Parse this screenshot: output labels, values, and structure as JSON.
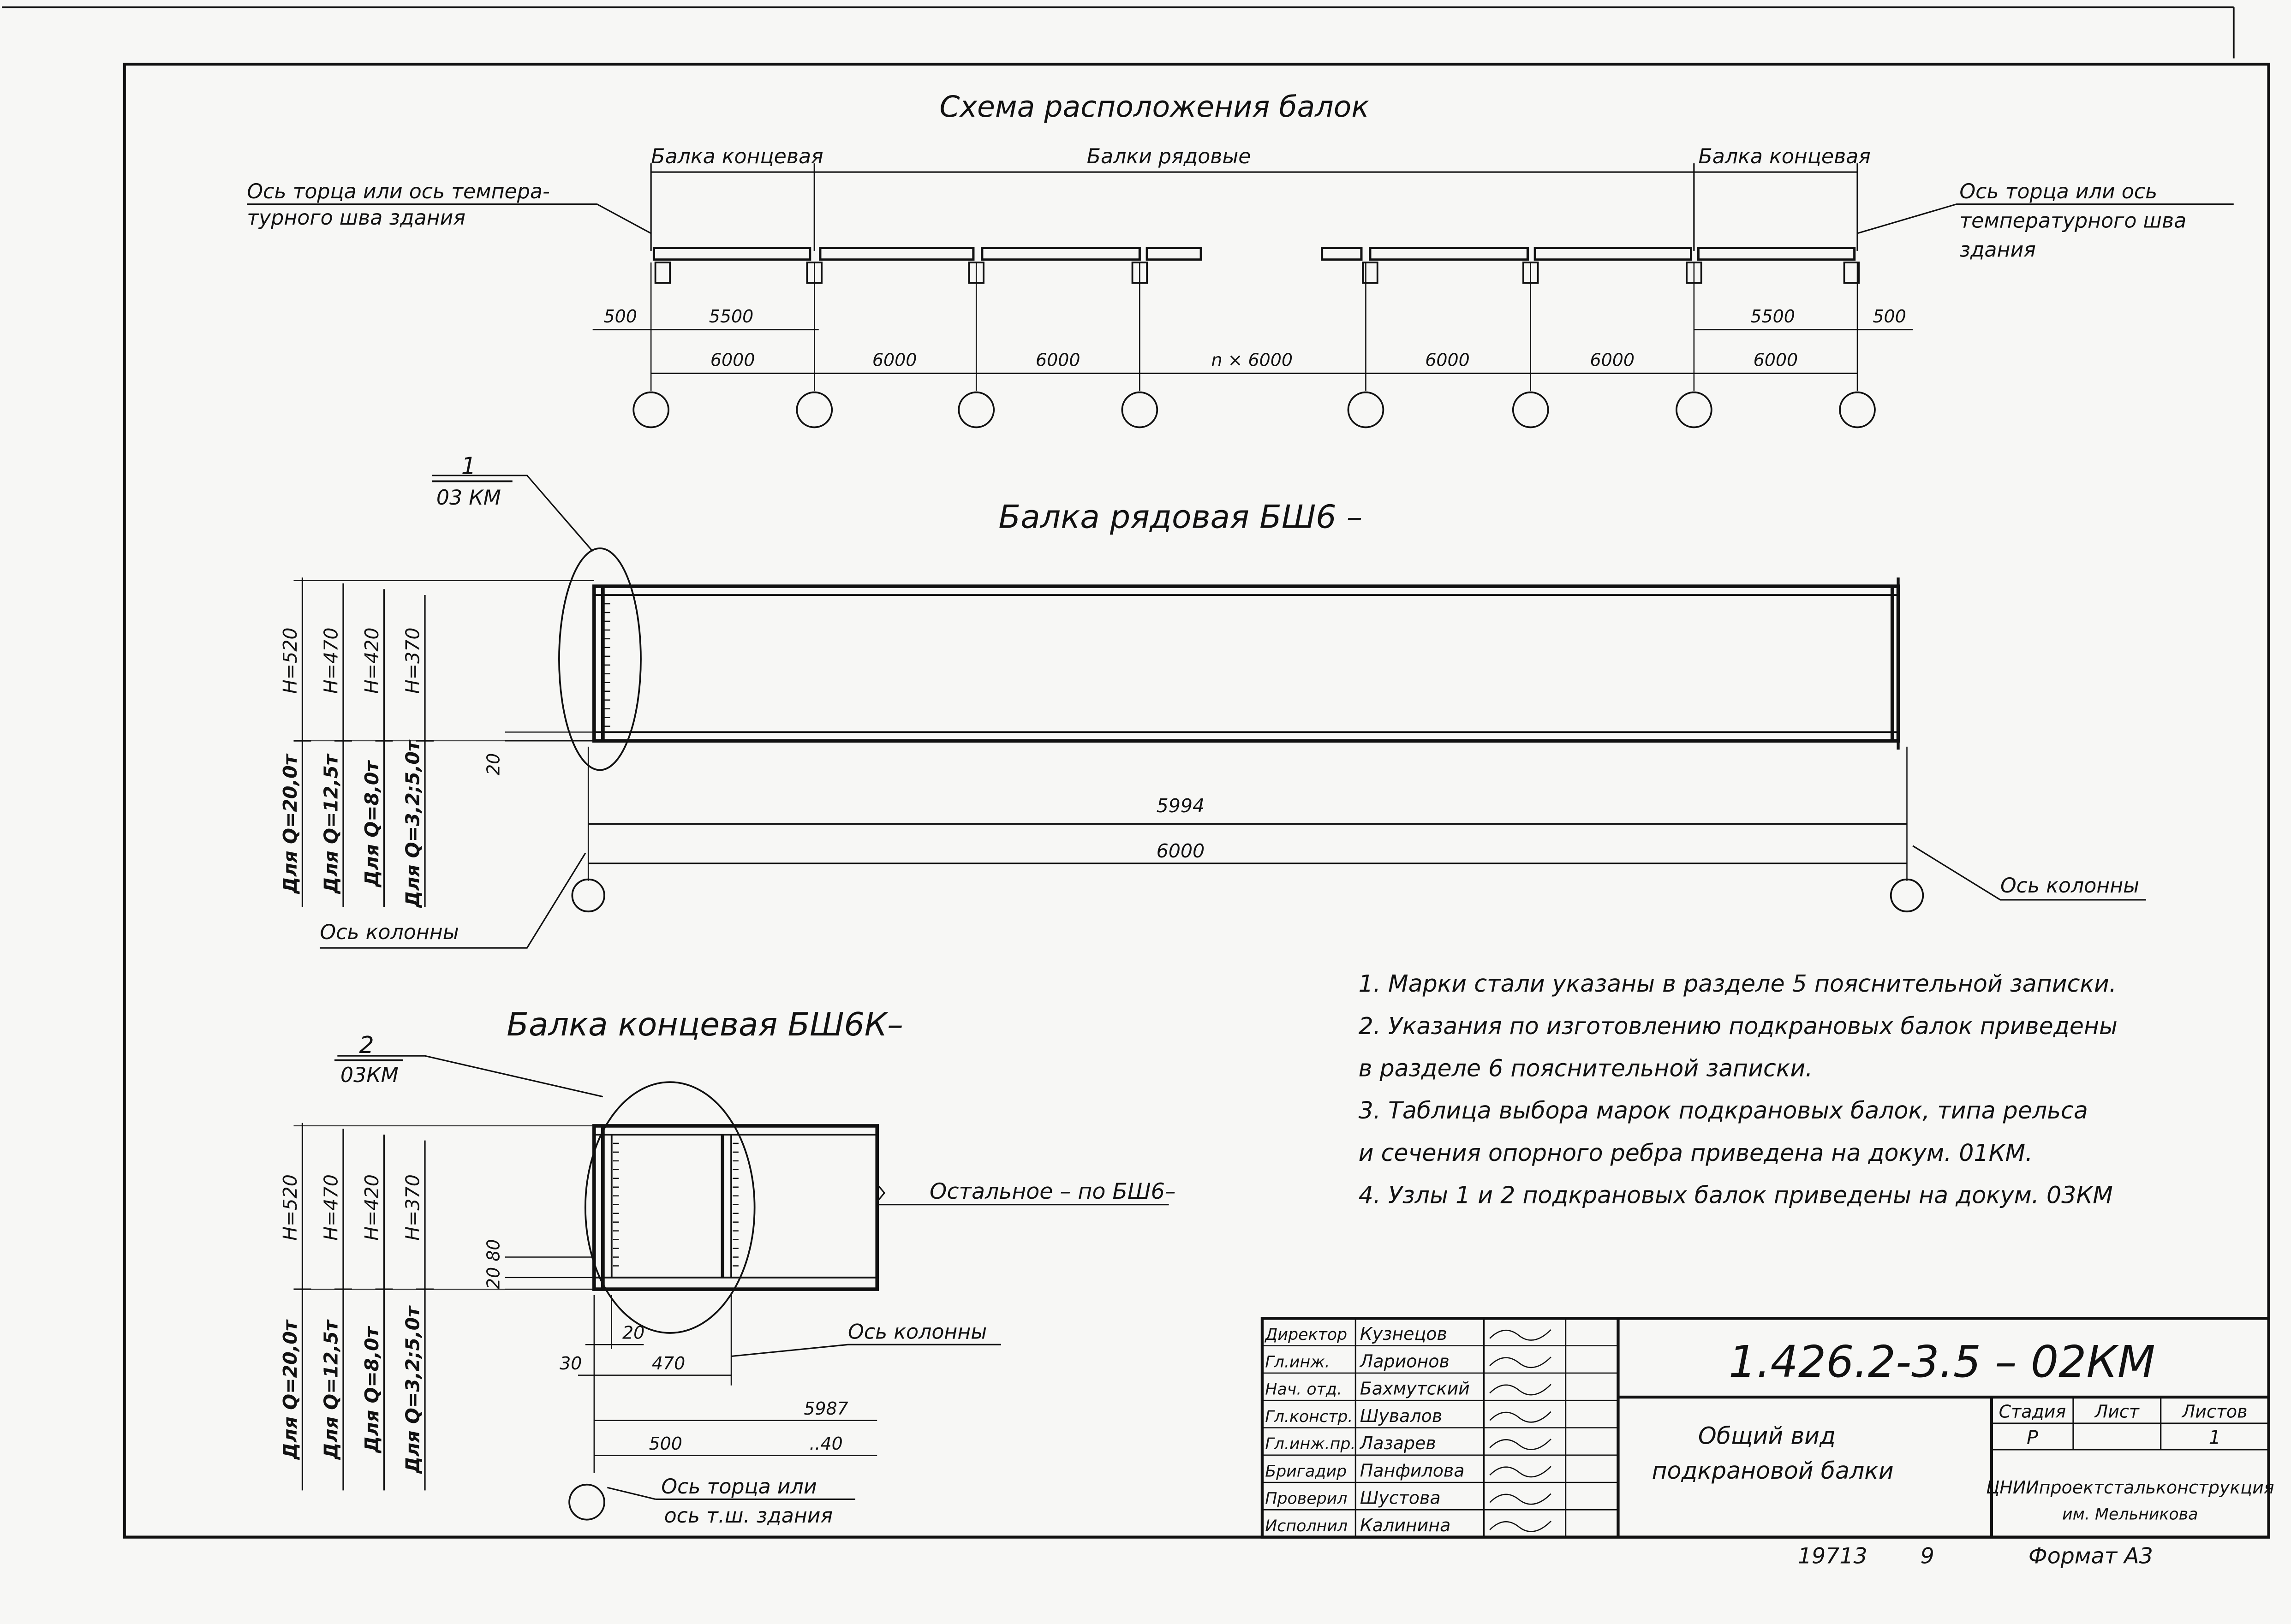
{
  "layout_scheme": {
    "title": "Схема расположения балок",
    "end_beam_label": "Балка концевая",
    "row_beams_label": "Балки рядовые",
    "axis_note_left": [
      "Ось торца или ось темпера-",
      "турного шва здания"
    ],
    "axis_note_right": [
      "Ось торца или ось",
      "температурного шва",
      "здания"
    ],
    "dims_top_left": [
      "500",
      "5500"
    ],
    "dims_top_right": [
      "5500",
      "500"
    ],
    "spans": [
      "6000",
      "6000",
      "6000",
      "n × 6000",
      "6000",
      "6000",
      "6000"
    ]
  },
  "row_beam": {
    "callout_num": "1",
    "callout_doc": "03 КМ",
    "title": "Балка рядовая БШ6 –",
    "heights": [
      "H=520",
      "H=470",
      "H=420",
      "H=370"
    ],
    "loads": [
      "Для Q=20,0т",
      "Для Q=12,5т",
      "Для Q=8,0т",
      "Для Q=3,2;5,0т"
    ],
    "dim_20": "20",
    "length": "5994",
    "span": "6000",
    "axis_left": "Ось колонны",
    "axis_right": "Ось колонны"
  },
  "end_beam": {
    "callout_num": "2",
    "callout_doc": "03КМ",
    "title": "Балка концевая БШ6К–",
    "heights": [
      "H=520",
      "H=470",
      "H=420",
      "H=370"
    ],
    "loads": [
      "Для Q=20,0т",
      "Для Q=12,5т",
      "Для Q=8,0т",
      "Для Q=3,2;5,0т"
    ],
    "dim_20_80": "20 80",
    "dims_bottom": [
      "20",
      "30",
      "470",
      "500"
    ],
    "dim_partial": [
      "5987",
      "..40"
    ],
    "rest_note": "Остальное – по БШ6–",
    "axis_column": "Ось колонны",
    "axis_end": [
      "Ось торца или",
      "ось т.ш. здания"
    ]
  },
  "notes": [
    "1. Марки стали указаны в разделе 5 пояснительной записки.",
    "2. Указания по изготовлению подкрановых балок приведены",
    "в разделе 6 пояснительной записки.",
    "3. Таблица выбора марок подкрановых балок, типа рельса",
    "и сечения опорного ребра приведена на докум. 01КМ.",
    "4. Узлы 1 и 2 подкрановых балок приведены на докум. 03КМ"
  ],
  "title_block": {
    "roles": [
      "Директор",
      "Гл.инж.",
      "Нач. отд.",
      "Гл.констр.",
      "Гл.инж.пр.",
      "Бригадир",
      "Проверил",
      "Исполнил"
    ],
    "names": [
      "Кузнецов",
      "Ларионов",
      "Бахмутский",
      "Шувалов",
      "Лазарев",
      "Панфилова",
      "Шустова",
      "Калинина"
    ],
    "doc_number": "1.426.2-3.5 – 02КМ",
    "description": [
      "Общий вид",
      "подкрановой балки"
    ],
    "stage_header": "Стадия",
    "sheet_header": "Лист",
    "sheets_header": "Листов",
    "stage": "Р",
    "sheets": "1",
    "org": [
      "ЦНИИпроектстальконструкция",
      "им. Мельникова"
    ],
    "inventory": "19713",
    "inventory_sheet": "9",
    "format": "Формат А3"
  }
}
